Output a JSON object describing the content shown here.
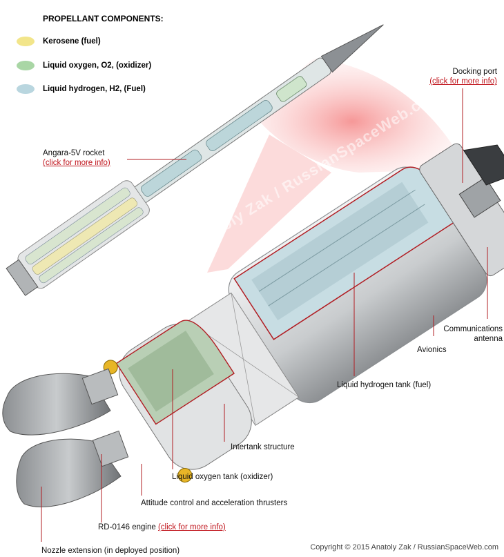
{
  "legend": {
    "title": "PROPELLANT COMPONENTS:",
    "items": [
      {
        "label": "Kerosene (fuel)",
        "color": "#f2e58a"
      },
      {
        "label": "Liquid oxygen, O2, (oxidizer)",
        "color": "#a9d6a5"
      },
      {
        "label": "Liquid hydrogen, H2, (Fuel)",
        "color": "#b9d6df"
      }
    ]
  },
  "labels": {
    "docking_port": "Docking port",
    "angara": "Angara-5V rocket",
    "click_more": "(click for more info)",
    "comm_antenna_1": "Communications",
    "comm_antenna_2": "antenna",
    "avionics": "Avionics",
    "lh2_tank": "Liquid hydrogen tank (fuel)",
    "intertank": "Intertank structure",
    "lox_tank": "Liquid oxygen tank (oxidizer)",
    "thrusters": "Attitude control and acceleration thrusters",
    "engine": "RD-0146 engine",
    "nozzle": "Nozzle extension (in deployed position)"
  },
  "watermark": "© 2015 Anatoly Zak / RussianSpaceWeb.com",
  "copyright": "Copyright © 2015 Anatoly Zak / RussianSpaceWeb.com",
  "colors": {
    "link": "#c0141c",
    "kerosene": "#f2e58a",
    "lox": "#a9d6a5",
    "lh2": "#b9d6df"
  }
}
